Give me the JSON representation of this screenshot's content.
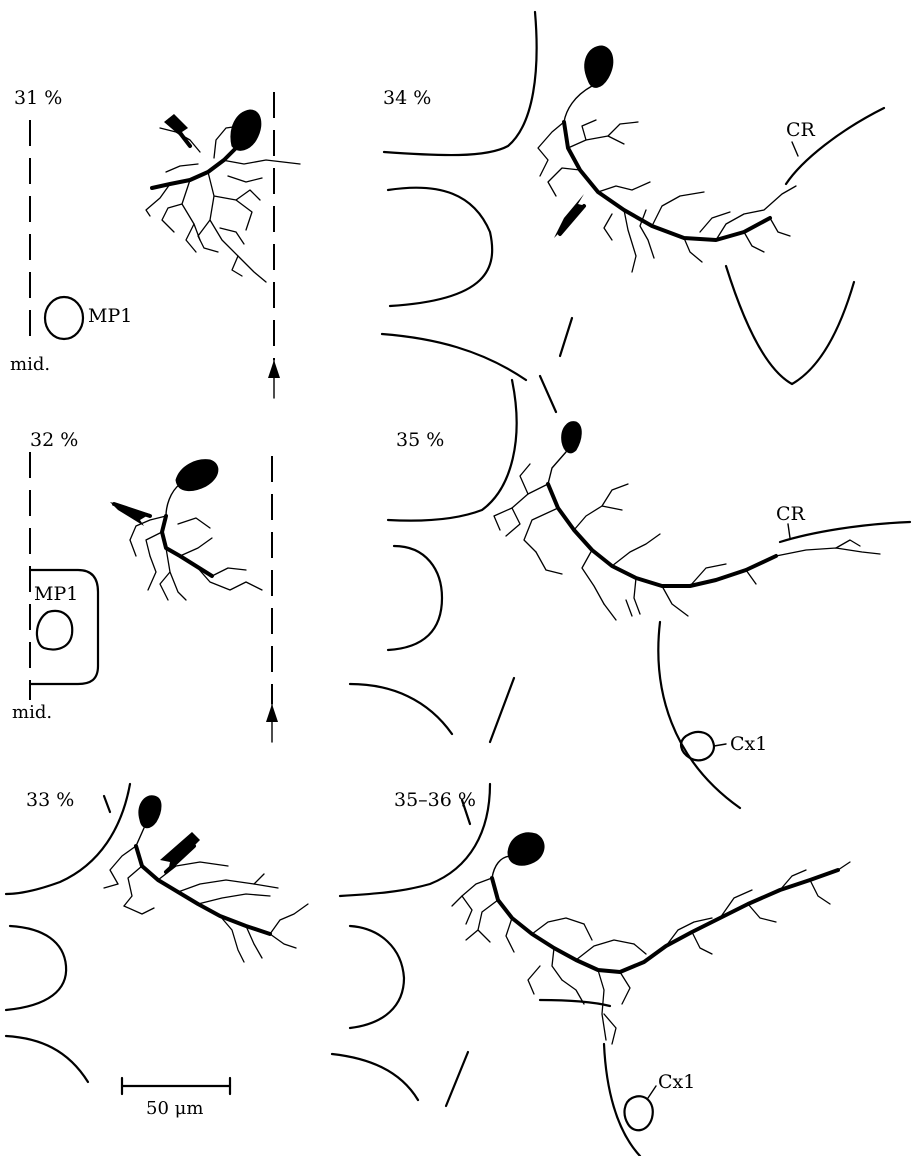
{
  "panels": [
    {
      "id": "p1",
      "stage": "31 %",
      "labels": {
        "region": "MP1",
        "midline": "mid."
      }
    },
    {
      "id": "p2",
      "stage": "34 %",
      "labels": {
        "region": "CR"
      }
    },
    {
      "id": "p3",
      "stage": "32 %",
      "labels": {
        "region": "MP1",
        "midline": "mid."
      }
    },
    {
      "id": "p4",
      "stage": "35 %",
      "labels": {
        "region": "CR",
        "region2": "Cx1"
      }
    },
    {
      "id": "p5",
      "stage": "33 %",
      "labels": {}
    },
    {
      "id": "p6",
      "stage": "35–36 %",
      "labels": {
        "region": "Cx1"
      }
    }
  ],
  "scale_bar": {
    "label": "50 μm"
  }
}
